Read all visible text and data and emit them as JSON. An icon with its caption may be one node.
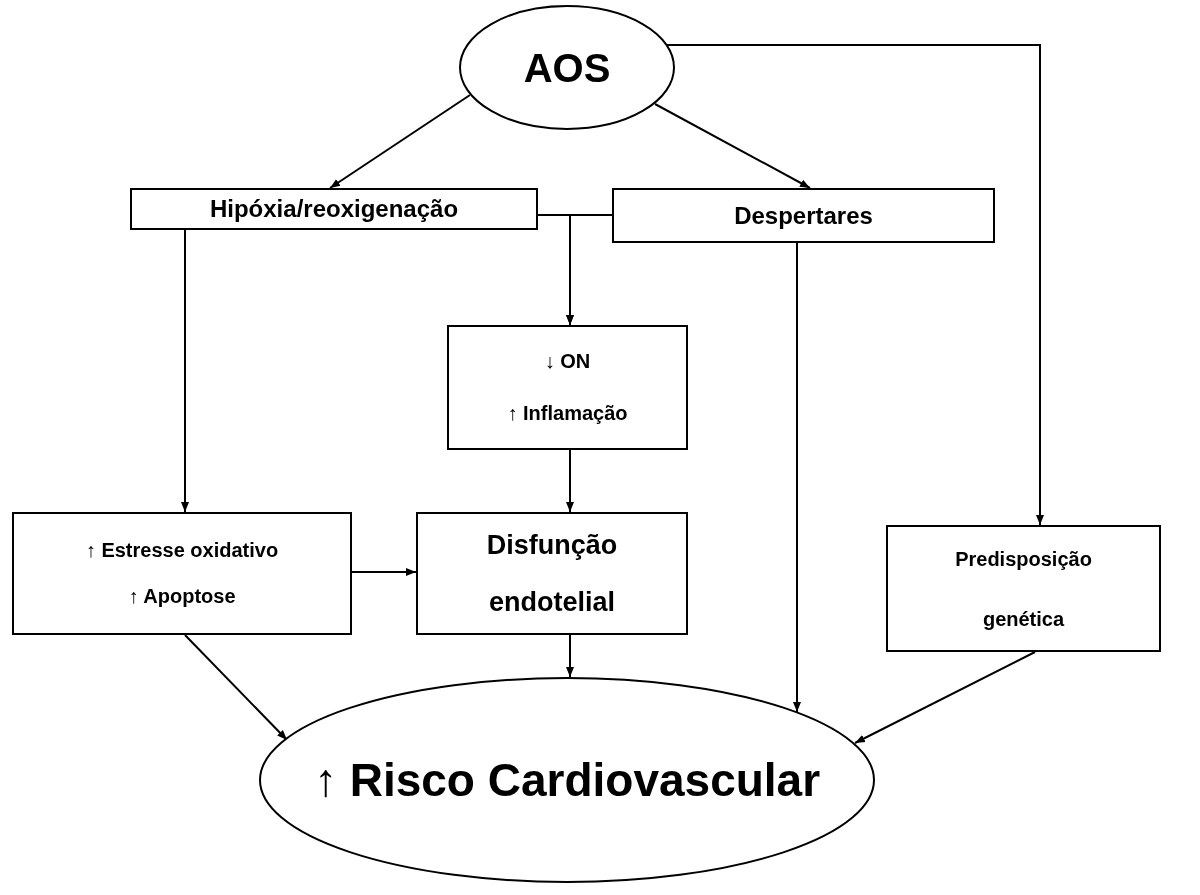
{
  "diagram": {
    "nodes": [
      {
        "text": [
          "AOS"
        ]
      },
      {
        "text": [
          "Hipóxia/reoxigenação"
        ]
      },
      {
        "text": [
          "Despertares"
        ]
      },
      {
        "text": [
          "↓ ON",
          "↑ Inflamação"
        ]
      },
      {
        "text": [
          "↑ Estresse oxidativo",
          "↑ Apoptose"
        ]
      },
      {
        "text": [
          "Disfunção endotelial"
        ]
      },
      {
        "text": [
          "Predisposição genética"
        ]
      },
      {
        "text": [
          "↑ Risco Cardiovascular"
        ]
      }
    ],
    "edges": [
      {
        "from": 0,
        "to": 1,
        "arrow": "to"
      },
      {
        "from": 0,
        "to": 2,
        "arrow": "to"
      },
      {
        "from": 0,
        "to": 6,
        "arrow": "to"
      },
      {
        "from": 1,
        "to": 3,
        "arrow": "to"
      },
      {
        "from": 2,
        "to": 3,
        "arrow": "to"
      },
      {
        "from": 1,
        "to": 4,
        "arrow": "to"
      },
      {
        "from": 3,
        "to": 5,
        "arrow": "to"
      },
      {
        "from": 4,
        "to": 5,
        "arrow": "to"
      },
      {
        "from": 4,
        "to": 7,
        "arrow": "to"
      },
      {
        "from": 5,
        "to": 7,
        "arrow": "to"
      },
      {
        "from": 2,
        "to": 7,
        "arrow": "to"
      },
      {
        "from": 6,
        "to": 7,
        "arrow": "to"
      }
    ]
  }
}
